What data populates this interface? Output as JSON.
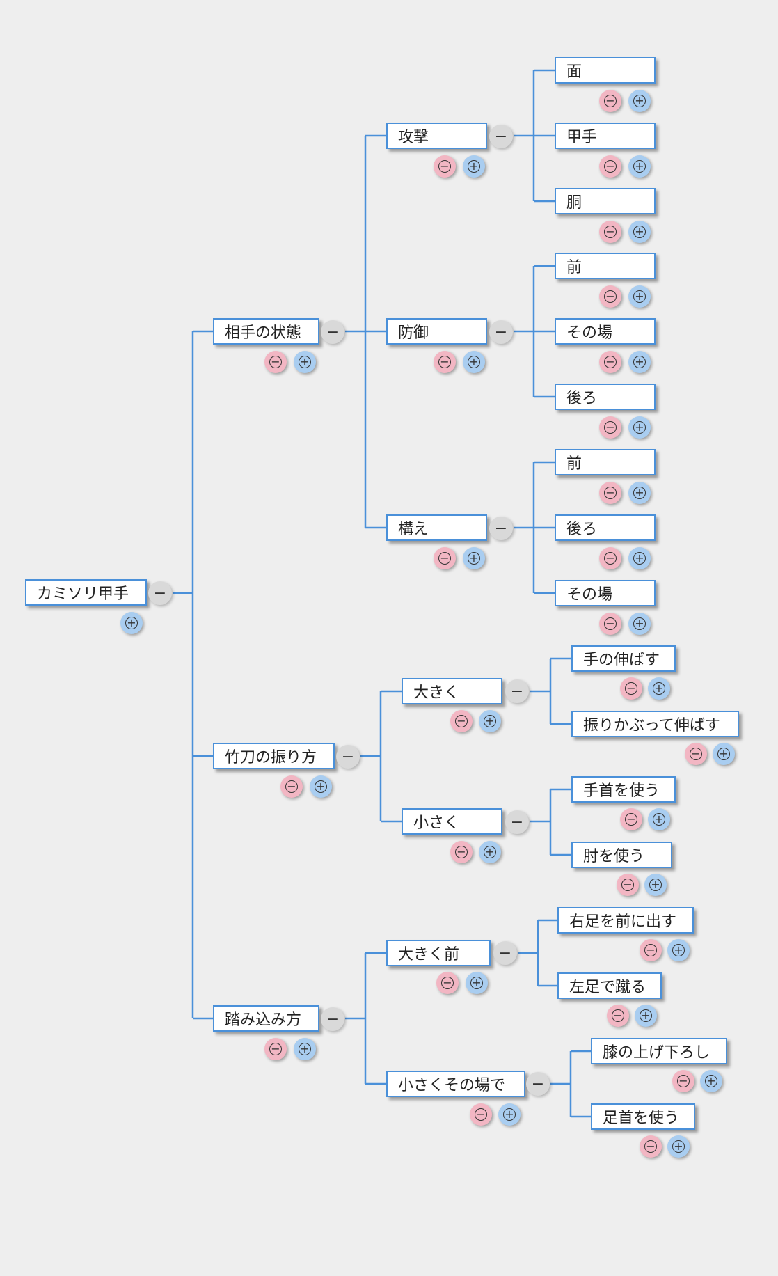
{
  "colors": {
    "connector": "#4a90d9",
    "remove_button": "#f2b6c3",
    "add_button": "#a9cdf0",
    "collapse_button": "#d9d9d9",
    "background": "#eeeeee"
  },
  "icons": {
    "collapse": "minus-icon",
    "remove": "circle-minus-icon",
    "add": "circle-plus-icon"
  },
  "tree": {
    "label": "カミソリ甲手",
    "children": [
      {
        "label": "相手の状態",
        "children": [
          {
            "label": "攻撃",
            "children": [
              {
                "label": "面"
              },
              {
                "label": "甲手"
              },
              {
                "label": "胴"
              }
            ]
          },
          {
            "label": "防御",
            "children": [
              {
                "label": "前"
              },
              {
                "label": "その場"
              },
              {
                "label": "後ろ"
              }
            ]
          },
          {
            "label": "構え",
            "children": [
              {
                "label": "前"
              },
              {
                "label": "後ろ"
              },
              {
                "label": "その場"
              }
            ]
          }
        ]
      },
      {
        "label": "竹刀の振り方",
        "children": [
          {
            "label": "大きく",
            "children": [
              {
                "label": "手の伸ばす"
              },
              {
                "label": "振りかぶって伸ばす"
              }
            ]
          },
          {
            "label": "小さく",
            "children": [
              {
                "label": "手首を使う"
              },
              {
                "label": "肘を使う"
              }
            ]
          }
        ]
      },
      {
        "label": "踏み込み方",
        "children": [
          {
            "label": "大きく前",
            "children": [
              {
                "label": "右足を前に出す"
              },
              {
                "label": "左足で蹴る"
              }
            ]
          },
          {
            "label": "小さくその場で",
            "children": [
              {
                "label": "膝の上げ下ろし"
              },
              {
                "label": "足首を使う"
              }
            ]
          }
        ]
      }
    ]
  }
}
